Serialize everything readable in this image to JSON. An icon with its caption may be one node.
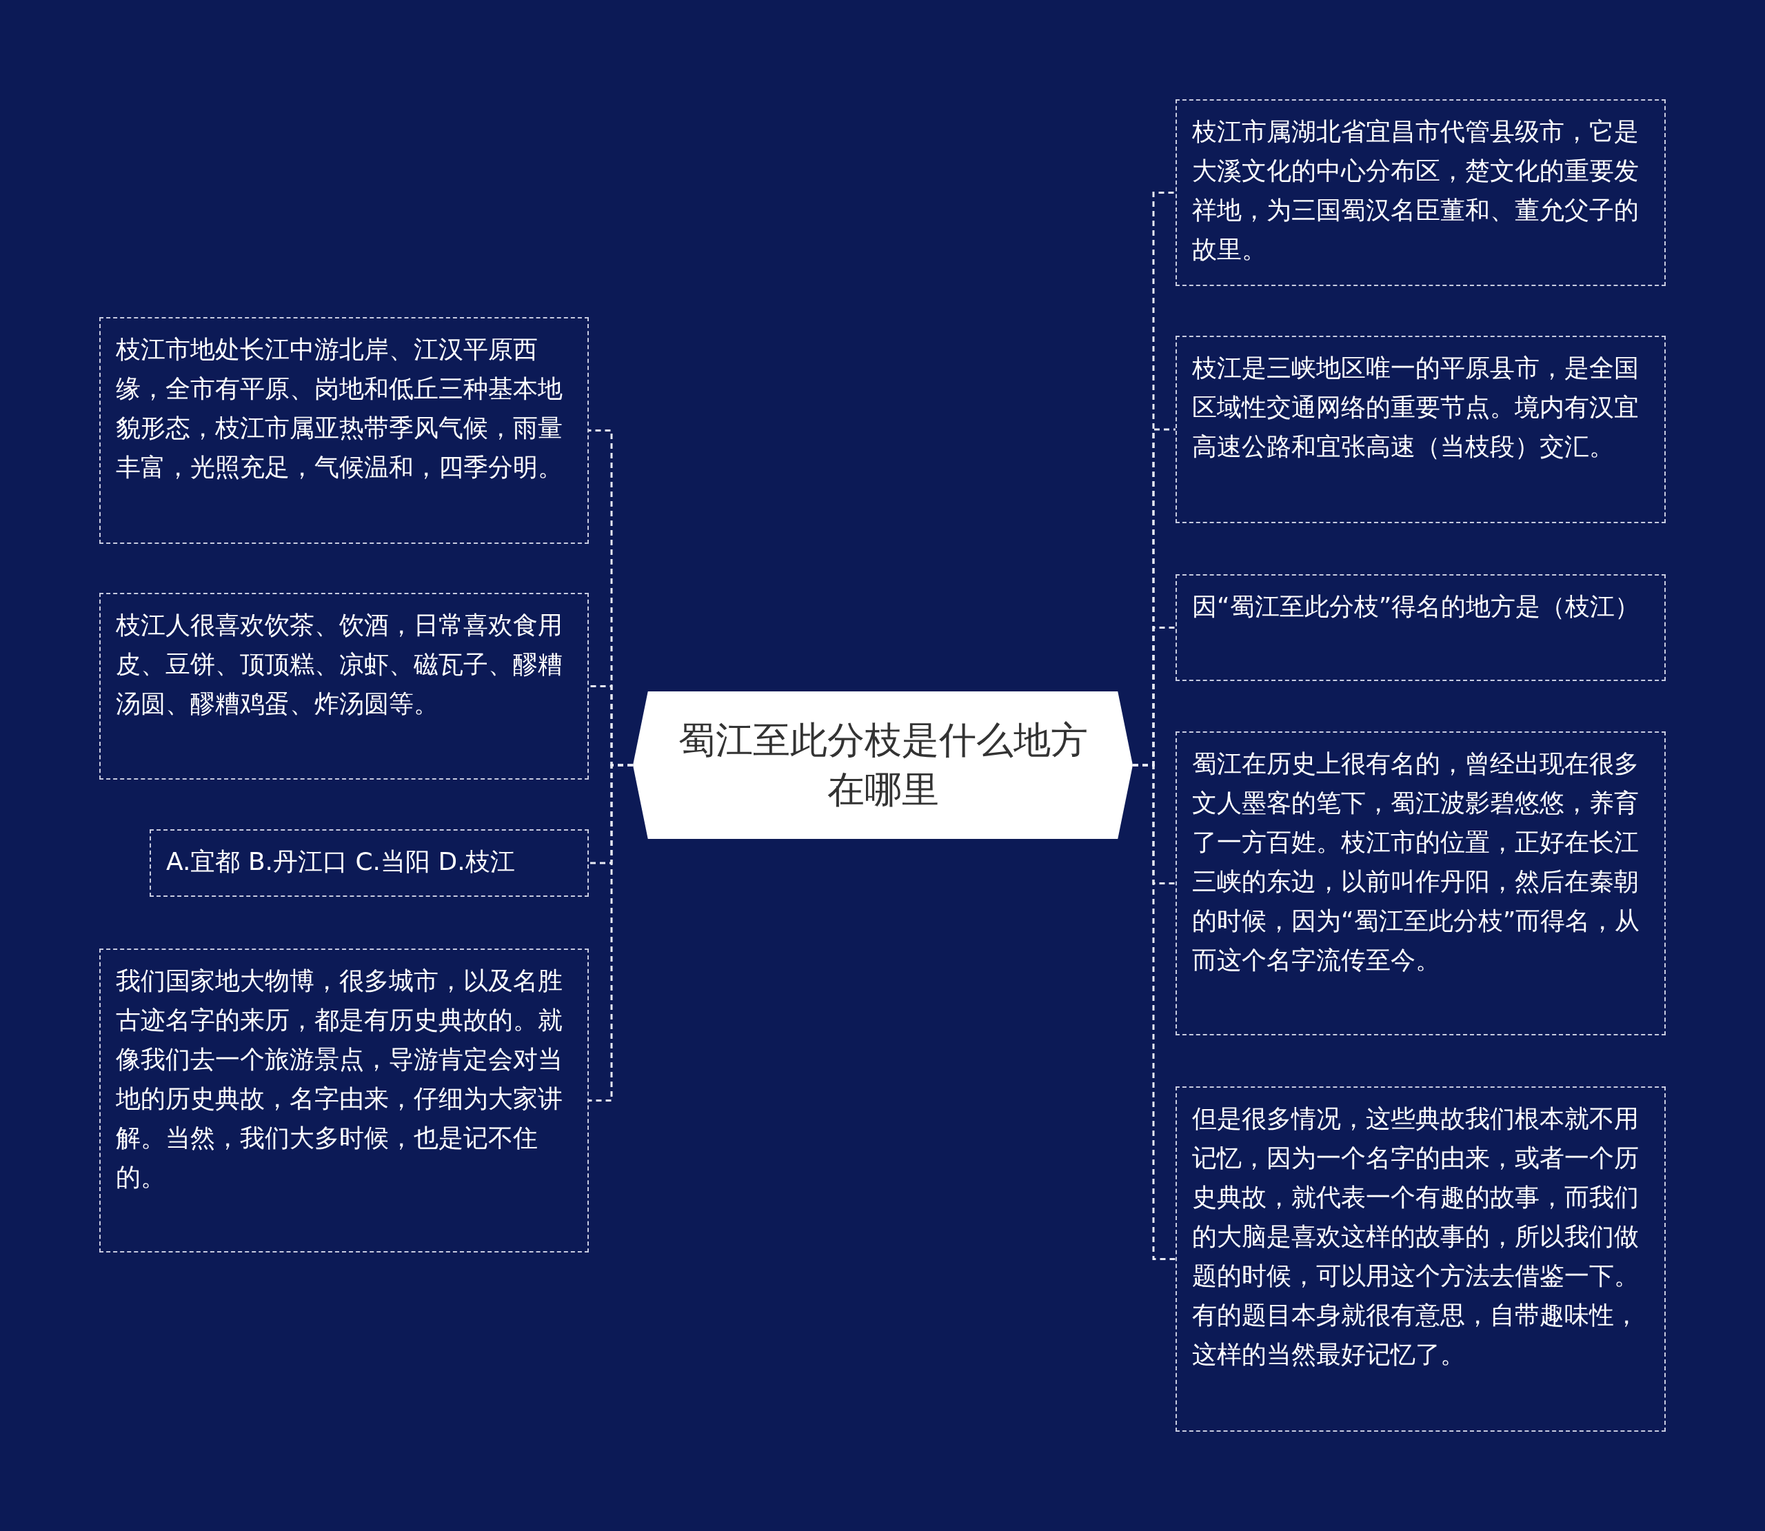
{
  "diagram": {
    "nodes": [
      {
        "text": [
          "蜀江至此分枝是什么地方在哪里"
        ]
      },
      {
        "text": [
          "枝江市属湖北省宜昌市代管县级市，它是大溪文化的中心分布区，楚文化的重要发祥地，为三国蜀汉名臣董和、董允父子的故里。"
        ]
      },
      {
        "text": [
          "枝江是三峡地区唯一的平原县市，是全国区域性交通网络的重要节点。境内有汉宜高速公路和宜张高速（当枝段）交汇。"
        ]
      },
      {
        "text": [
          "因“蜀江至此分枝”得名的地方是（枝江）"
        ]
      },
      {
        "text": [
          "蜀江在历史上很有名的，曾经出现在很多文人墨客的笔下，蜀江波影碧悠悠，养育了一方百姓。枝江市的位置，正好在长江三峡的东边，以前叫作丹阳，然后在秦朝的时候，因为“蜀江至此分枝”而得名，从而这个名字流传至今。"
        ]
      },
      {
        "text": [
          "但是很多情况，这些典故我们根本就不用记忆，因为一个名字的由来，或者一个历史典故，就代表一个有趣的故事，而我们的大脑是喜欢这样的故事的，所以我们做题的时候，可以用这个方法去借鉴一下。有的题目本身就很有意思，自带趣味性，这样的当然最好记忆了。"
        ]
      },
      {
        "text": [
          "枝江市地处长江中游北岸、江汉平原西缘，全市有平原、岗地和低丘三种基本地貌形态，枝江市属亚热带季风气候，雨量丰富，光照充足，气候温和，四季分明。"
        ]
      },
      {
        "text": [
          "枝江人很喜欢饮茶、饮酒，日常喜欢食用皮、豆饼、顶顶糕、凉虾、磁瓦子、醪糟汤圆、醪糟鸡蛋、炸汤圆等。"
        ]
      },
      {
        "text": [
          "A.宜都 B.丹江口 C.当阳 D.枝江"
        ]
      },
      {
        "text": [
          "我们国家地大物博，很多城市，以及名胜古迹名字的来历，都是有历史典故的。就像我们去一个旅游景点，导游肯定会对当地的历史典故，名字由来，仔细为大家讲解。当然，我们大多时候，也是记不住的。"
        ]
      }
    ],
    "edges": [
      {
        "from": 0,
        "to": 1,
        "arrow": "none"
      },
      {
        "from": 0,
        "to": 2,
        "arrow": "none"
      },
      {
        "from": 0,
        "to": 3,
        "arrow": "none"
      },
      {
        "from": 0,
        "to": 4,
        "arrow": "none"
      },
      {
        "from": 0,
        "to": 5,
        "arrow": "none"
      },
      {
        "from": 0,
        "to": 6,
        "arrow": "none"
      },
      {
        "from": 0,
        "to": 7,
        "arrow": "none"
      },
      {
        "from": 0,
        "to": 8,
        "arrow": "none"
      },
      {
        "from": 0,
        "to": 9,
        "arrow": "none"
      }
    ]
  }
}
